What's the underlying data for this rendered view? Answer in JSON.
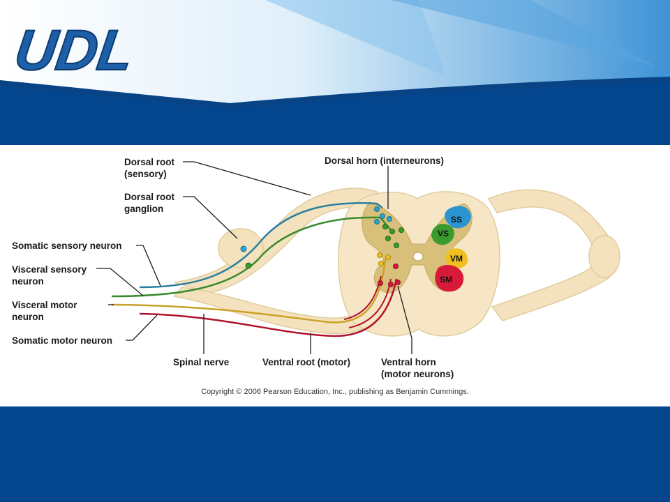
{
  "logo": {
    "text": "UDL"
  },
  "diagram": {
    "labels": {
      "dorsal_root": "Dorsal root\n(sensory)",
      "dorsal_root_ganglion": "Dorsal root\nganglion",
      "dorsal_horn": "Dorsal horn (interneurons)",
      "somatic_sensory": "Somatic sensory neuron",
      "visceral_sensory": "Visceral sensory\nneuron",
      "visceral_motor": "Visceral motor\nneuron",
      "somatic_motor": "Somatic motor neuron",
      "spinal_nerve": "Spinal nerve",
      "ventral_root": "Ventral root (motor)",
      "ventral_horn": "Ventral horn\n(motor neurons)"
    },
    "regions": {
      "ss": "SS",
      "vs": "VS",
      "vm": "VM",
      "sm": "SM"
    },
    "colors": {
      "somatic_sensory": "#2a7f9e",
      "visceral_sensory": "#3a8a2e",
      "visceral_motor": "#c9a227",
      "somatic_motor": "#b0122b",
      "tissue": "#f4e2bf",
      "gray_matter": "#d8c07a"
    }
  },
  "copyright": "Copyright © 2006 Pearson Education, Inc., publishing as Benjamin Cummings."
}
